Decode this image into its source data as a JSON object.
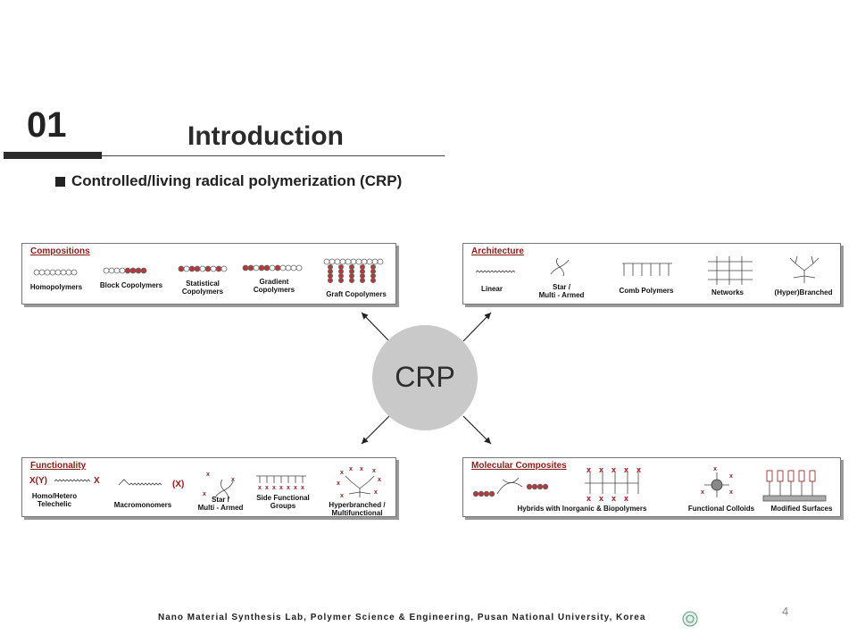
{
  "header": {
    "slide_number": "01",
    "title": "Introduction",
    "subtitle": "Controlled/living radical polymerization (CRP)"
  },
  "center": {
    "label": "CRP"
  },
  "panels": {
    "compositions": {
      "title": "Compositions",
      "items": [
        "Homopolymers",
        "Block Copolymers",
        "Statistical\nCopolymers",
        "Gradient\nCopolymers",
        "Graft Copolymers"
      ]
    },
    "architecture": {
      "title": "Architecture",
      "items": [
        "Linear",
        "Star /\nMulti - Armed",
        "Comb Polymers",
        "Networks",
        "(Hyper)Branched"
      ]
    },
    "functionality": {
      "title": "Functionality",
      "items": [
        "Homo/Hetero\nTelechelic",
        "Macromonomers",
        "Star /\nMulti - Armed",
        "Side Functional\nGroups",
        "Hyperbranched /\nMultifunctional"
      ],
      "symbols": {
        "xy": "X(Y)",
        "x": "X",
        "paren_x": "(X)"
      }
    },
    "molecular_composites": {
      "title": "Molecular Composites",
      "items": [
        "Hybrids with Inorganic & Biopolymers",
        "Functional Colloids",
        "Modified Surfaces"
      ]
    }
  },
  "footer": {
    "text": "Nano Material Synthesis Lab, Polymer Science & Engineering, Pusan National University, Korea",
    "page_number": "4"
  },
  "colors": {
    "accent": "#8b1a1a",
    "bead_red": "#b33a3a",
    "circle": "#c9c9c9"
  }
}
